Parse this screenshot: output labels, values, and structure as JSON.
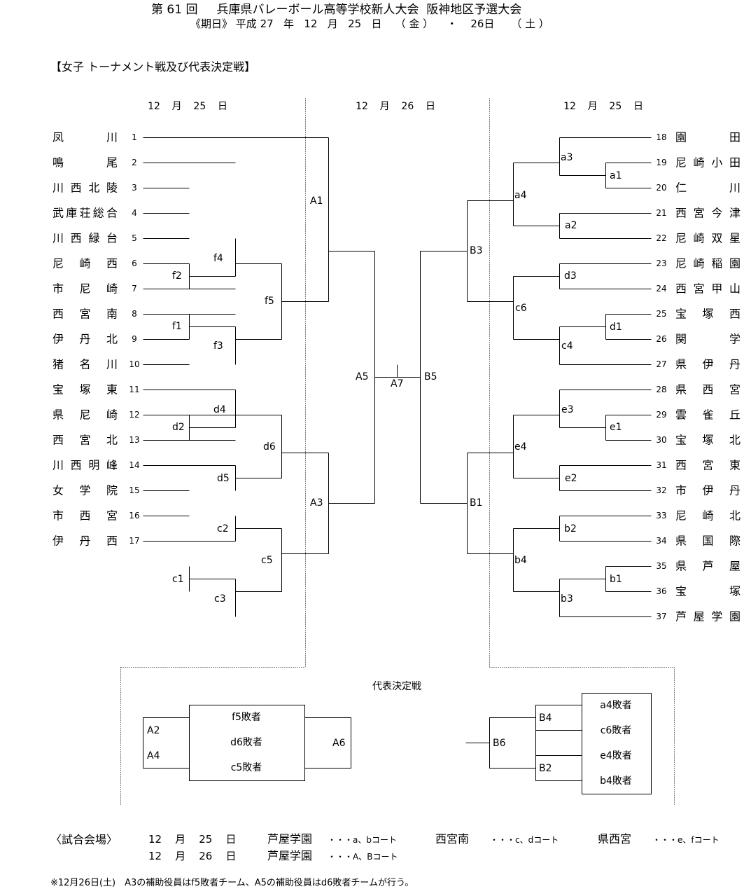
{
  "header": {
    "title_parts": [
      "第",
      "61",
      "回",
      "兵庫県バレーボール高等学校新人大会",
      "阪神地区予選大会"
    ],
    "date_parts": [
      "《期日》",
      "平成",
      "27",
      "年",
      "12",
      "月",
      "25",
      "日",
      "（",
      "金",
      "）",
      "・",
      "26日",
      "（",
      "土",
      "）"
    ]
  },
  "section_title": "【女子 トーナメント戦及び代表決定戦】",
  "date_headers": {
    "left": [
      "12",
      "月",
      "25",
      "日"
    ],
    "center": [
      "12",
      "月",
      "26",
      "日"
    ],
    "right": [
      "12",
      "月",
      "25",
      "日"
    ]
  },
  "left_teams": [
    {
      "num": "1",
      "chars": [
        "凤",
        "川"
      ]
    },
    {
      "num": "2",
      "chars": [
        "鳴",
        "尾"
      ]
    },
    {
      "num": "3",
      "chars": [
        "川",
        "西",
        "北",
        "陵"
      ]
    },
    {
      "num": "4",
      "chars": [
        "武",
        "庫",
        "荘",
        "総",
        "合"
      ]
    },
    {
      "num": "5",
      "chars": [
        "川",
        "西",
        "緑",
        "台"
      ]
    },
    {
      "num": "6",
      "chars": [
        "尼",
        "崎",
        "西"
      ]
    },
    {
      "num": "7",
      "chars": [
        "市",
        "尼",
        "崎"
      ]
    },
    {
      "num": "8",
      "chars": [
        "西",
        "宮",
        "南"
      ]
    },
    {
      "num": "9",
      "chars": [
        "伊",
        "丹",
        "北"
      ]
    },
    {
      "num": "10",
      "chars": [
        "猪",
        "名",
        "川"
      ]
    },
    {
      "num": "11",
      "chars": [
        "宝",
        "塚",
        "東"
      ]
    },
    {
      "num": "12",
      "chars": [
        "県",
        "尼",
        "崎"
      ]
    },
    {
      "num": "13",
      "chars": [
        "西",
        "宮",
        "北"
      ]
    },
    {
      "num": "14",
      "chars": [
        "川",
        "西",
        "明",
        "峰"
      ]
    },
    {
      "num": "15",
      "chars": [
        "女",
        "学",
        "院"
      ]
    },
    {
      "num": "16",
      "chars": [
        "市",
        "西",
        "宮"
      ]
    },
    {
      "num": "17",
      "chars": [
        "伊",
        "丹",
        "西"
      ]
    }
  ],
  "right_teams": [
    {
      "num": "18",
      "chars": [
        "園",
        "田"
      ]
    },
    {
      "num": "19",
      "chars": [
        "尼",
        "崎",
        "小",
        "田"
      ]
    },
    {
      "num": "20",
      "chars": [
        "仁",
        "川"
      ]
    },
    {
      "num": "21",
      "chars": [
        "西",
        "宮",
        "今",
        "津"
      ]
    },
    {
      "num": "22",
      "chars": [
        "尼",
        "崎",
        "双",
        "星"
      ]
    },
    {
      "num": "23",
      "chars": [
        "尼",
        "崎",
        "稲",
        "園"
      ]
    },
    {
      "num": "24",
      "chars": [
        "西",
        "宮",
        "甲",
        "山"
      ]
    },
    {
      "num": "25",
      "chars": [
        "宝",
        "塚",
        "西"
      ]
    },
    {
      "num": "26",
      "chars": [
        "関",
        "学"
      ]
    },
    {
      "num": "27",
      "chars": [
        "県",
        "伊",
        "丹"
      ]
    },
    {
      "num": "28",
      "chars": [
        "県",
        "西",
        "宮"
      ]
    },
    {
      "num": "29",
      "chars": [
        "雲",
        "雀",
        "丘"
      ]
    },
    {
      "num": "30",
      "chars": [
        "宝",
        "塚",
        "北"
      ]
    },
    {
      "num": "31",
      "chars": [
        "西",
        "宮",
        "東"
      ]
    },
    {
      "num": "32",
      "chars": [
        "市",
        "伊",
        "丹"
      ]
    },
    {
      "num": "33",
      "chars": [
        "尼",
        "崎",
        "北"
      ]
    },
    {
      "num": "34",
      "chars": [
        "県",
        "国",
        "際"
      ]
    },
    {
      "num": "35",
      "chars": [
        "県",
        "芦",
        "屋"
      ]
    },
    {
      "num": "36",
      "chars": [
        "宝",
        "塚"
      ]
    },
    {
      "num": "37",
      "chars": [
        "芦",
        "屋",
        "学",
        "園"
      ]
    }
  ],
  "match_labels": {
    "f1": "f1",
    "f2": "f2",
    "f3": "f3",
    "f4": "f4",
    "f5": "f5",
    "d2": "d2",
    "d4": "d4",
    "d5": "d5",
    "d6": "d6",
    "c1": "c1",
    "c2": "c2",
    "c3": "c3",
    "c5": "c5",
    "A1": "A1",
    "A3": "A3",
    "A5": "A5",
    "A7": "A7",
    "a1": "a1",
    "a2": "a2",
    "a3": "a3",
    "a4": "a4",
    "d1": "d1",
    "d3": "d3",
    "c4": "c4",
    "c6": "c6",
    "e1": "e1",
    "e2": "e2",
    "e3": "e3",
    "e4": "e4",
    "b1": "b1",
    "b2": "b2",
    "b3": "b3",
    "b4": "b4",
    "B1": "B1",
    "B3": "B3",
    "B5": "B5"
  },
  "rep": {
    "title": "代表決定戦",
    "left_boxes": [
      "f5敗者",
      "d6敗者",
      "c5敗者"
    ],
    "left_labels": {
      "A2": "A2",
      "A4": "A4",
      "A6": "A6"
    },
    "right_boxes": [
      "a4敗者",
      "c6敗者",
      "e4敗者",
      "b4敗者"
    ],
    "right_labels": {
      "B4": "B4",
      "B2": "B2",
      "B6": "B6"
    }
  },
  "venues": {
    "label": "〈試合会場〉",
    "day1": [
      "12",
      "月",
      "25",
      "日"
    ],
    "day2": [
      "12",
      "月",
      "26",
      "日"
    ],
    "r1_v1": "芦屋学園",
    "r1_c1": "・・・a、bコート",
    "r1_v2": "西宮南",
    "r1_c2": "・・・c、dコート",
    "r1_v3": "県西宮",
    "r1_c3": "・・・e、fコート",
    "r2_v1": "芦屋学園",
    "r2_c1": "・・・A、Bコート"
  },
  "note": "※12月26日(土)　A3の補助役員はf5敗者チーム、A5の補助役員はd6敗者チームが行う。"
}
